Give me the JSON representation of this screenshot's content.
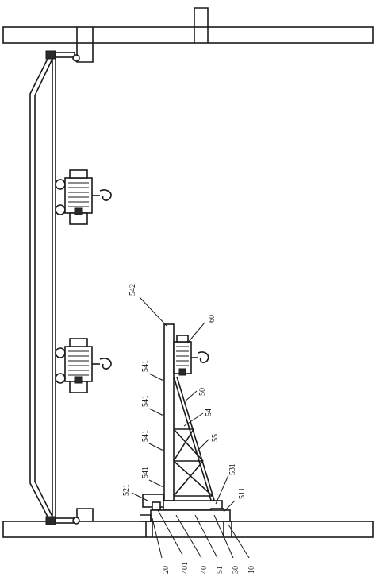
{
  "labels": {
    "l542": "542",
    "l60": "60",
    "l541a": "541",
    "l541b": "541",
    "l541c": "541",
    "l541d": "541",
    "l50": "50",
    "l54": "54",
    "l55": "55",
    "l531": "531",
    "l511": "511",
    "l521": "521",
    "l20": "20",
    "l401": "401",
    "l40": "40",
    "l51": "51",
    "l30": "30",
    "l10": "10"
  }
}
